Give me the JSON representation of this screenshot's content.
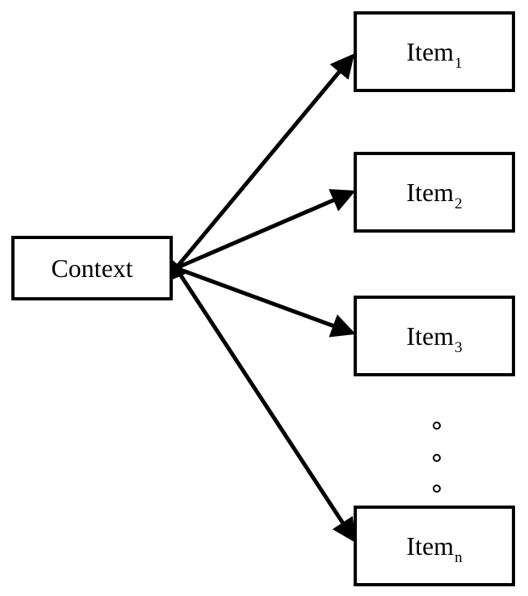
{
  "context": {
    "label": "Context"
  },
  "items": [
    {
      "base": "Item",
      "sub": "1"
    },
    {
      "base": "Item",
      "sub": "2"
    },
    {
      "base": "Item",
      "sub": "3"
    },
    {
      "base": "Item",
      "sub": "n"
    }
  ],
  "colors": {
    "stroke": "#000000",
    "background": "#ffffff"
  },
  "icons": {
    "ellipsis": "vertical-circle-dots"
  }
}
